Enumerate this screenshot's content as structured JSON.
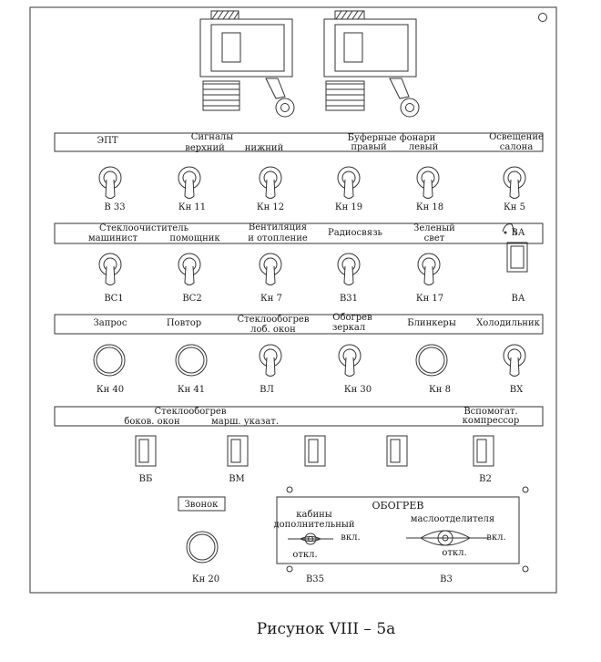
{
  "figure_title": "Рисунок VIII – 5а",
  "row1": {
    "labels": [
      "ЭПТ",
      "Сигналы",
      "верхний",
      "нижний",
      "Буферные фонари",
      "правый",
      "левый",
      "Освещение",
      "салона"
    ],
    "switches": [
      "В 33",
      "Кн 11",
      "Кн 12",
      "Кн 19",
      "Кн 18",
      "Кн 5"
    ]
  },
  "row2": {
    "labels": [
      "Стеклоочиститель",
      "машинист",
      "помощник",
      "Вентиляция",
      "и отопление",
      "Радиосвязь",
      "Зеленый",
      "свет",
      "ВА"
    ],
    "switches": [
      "ВС1",
      "ВС2",
      "Кн 7",
      "В31",
      "Кн 17",
      "ВА"
    ]
  },
  "row3": {
    "labels": [
      "Запрос",
      "Повтор",
      "Стеклообогрев",
      "лоб. окон",
      "Обогрев",
      "зеркал",
      "Блинкеры",
      "Холодильник"
    ],
    "switches": [
      "Кн 40",
      "Кн 41",
      "ВЛ",
      "Кн 30",
      "Кн 8",
      "ВХ"
    ]
  },
  "row4": {
    "labels": [
      "Стеклообогрев",
      "боков. окон",
      "марш. указат.",
      "Вспомогат.",
      "компрессор"
    ],
    "switches": [
      "ВБ",
      "ВМ",
      "В2"
    ]
  },
  "bottom": {
    "bell_label": "Звонок",
    "bell_switch": "Кн 20",
    "heating_title": "ОБОГРЕВ",
    "cabin_label_1": "кабины",
    "cabin_label_2": "дополнительный",
    "cabin_on": "вкл.",
    "cabin_off": "откл.",
    "oil_label": "маслоотделителя",
    "oil_on": "вкл.",
    "oil_off": "откл.",
    "cabin_switch": "В35",
    "oil_switch": "В3"
  }
}
